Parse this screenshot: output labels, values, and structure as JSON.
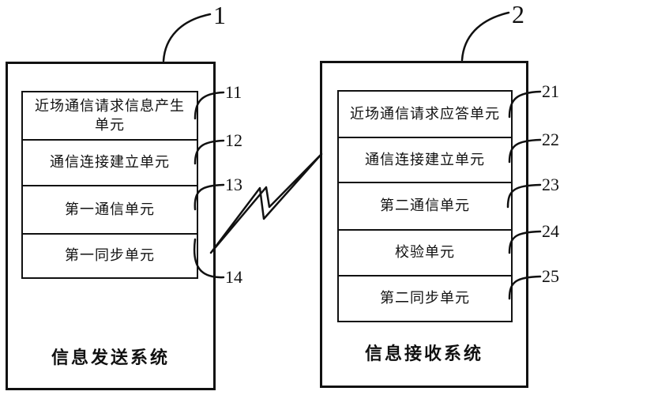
{
  "figure": {
    "description": "Block diagram of a near-field-communication information transfer system",
    "colors": {
      "ink": "#111111",
      "paper": "#ffffff"
    },
    "link": {
      "type": "lightning-bolt",
      "meaning": "wireless-connection"
    },
    "sender": {
      "ref": "1",
      "title": "信息发送系统",
      "units": [
        {
          "ref": "11",
          "label": "近场通信请求信息产生单元"
        },
        {
          "ref": "12",
          "label": "通信连接建立单元"
        },
        {
          "ref": "13",
          "label": "第一通信单元"
        },
        {
          "ref": "14",
          "label": "第一同步单元"
        }
      ]
    },
    "receiver": {
      "ref": "2",
      "title": "信息接收系统",
      "units": [
        {
          "ref": "21",
          "label": "近场通信请求应答单元"
        },
        {
          "ref": "22",
          "label": "通信连接建立单元"
        },
        {
          "ref": "23",
          "label": "第二通信单元"
        },
        {
          "ref": "24",
          "label": "校验单元"
        },
        {
          "ref": "25",
          "label": "第二同步单元"
        }
      ]
    }
  }
}
